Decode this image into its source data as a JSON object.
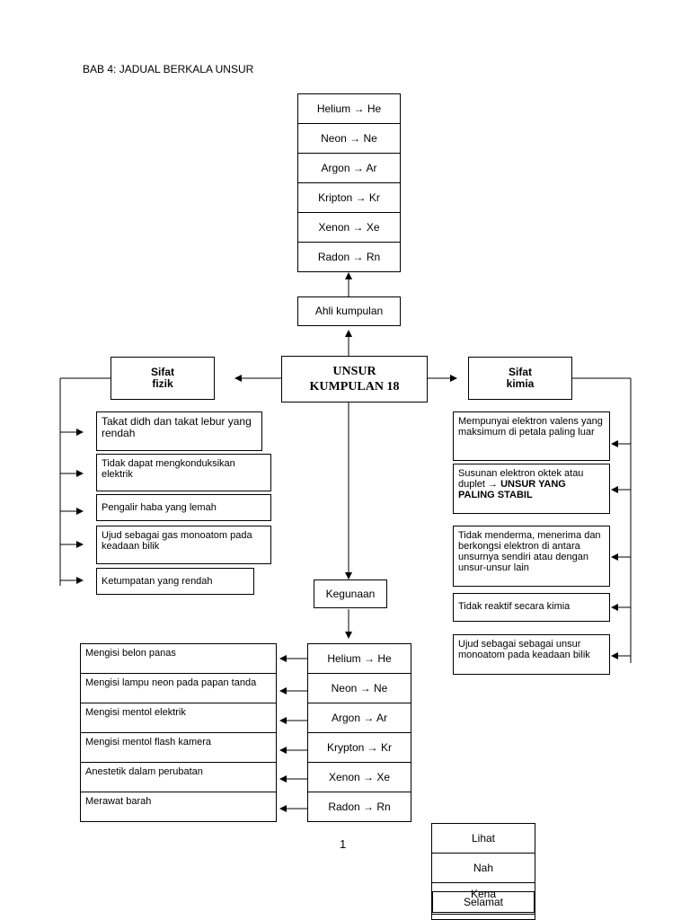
{
  "title": "BAB 4: JADUAL BERKALA UNSUR",
  "center": {
    "line1": "UNSUR",
    "line2": "KUMPULAN 18"
  },
  "members_label": "Ahli kumpulan",
  "members": [
    "Helium → He",
    "Neon → Ne",
    "Argon → Ar",
    "Kripton → Kr",
    "Xenon → Xe",
    "Radon → Rn"
  ],
  "physical": {
    "heading1": "Sifat",
    "heading2": "fizik",
    "items": [
      "Takat didh dan takat lebur yang rendah",
      "Tidak dapat mengkonduksikan elektrik",
      "Pengalir haba yang lemah",
      "Ujud sebagai gas monoatom pada keadaan bilik",
      "Ketumpatan yang rendah"
    ]
  },
  "chemical": {
    "heading1": "Sifat",
    "heading2": "kimia",
    "items": [
      "Mempunyai elektron valens yang maksimum di petala paling luar",
      "Tidak menderma, menerima dan berkongsi elektron di antara unsurnya sendiri atau dengan unsur-unsur lain",
      "Tidak reaktif secara kimia",
      "Ujud sebagai sebagai unsur monoatom  pada keadaan bilik"
    ],
    "stable_prefix": "Susunan elektron oktek atau duplet → ",
    "stable_bold": "UNSUR YANG PALING STABIL"
  },
  "uses_label": "Kegunaan",
  "uses_elements": [
    "Helium → He",
    "Neon → Ne",
    "Argon → Ar",
    "Krypton → Kr",
    "Xenon → Xe",
    "Radon → Rn"
  ],
  "uses": [
    "Mengisi belon panas",
    "Mengisi lampu neon pada papan tanda",
    "Mengisi mentol elektrik",
    "Mengisi mentol flash kamera",
    "Anestetik  dalam perubatan",
    "Merawat barah"
  ],
  "page_number": "1",
  "overlay": {
    "item1": "Lihat",
    "item2": "Nah",
    "item3": "Kena",
    "item4": "Selamat"
  }
}
